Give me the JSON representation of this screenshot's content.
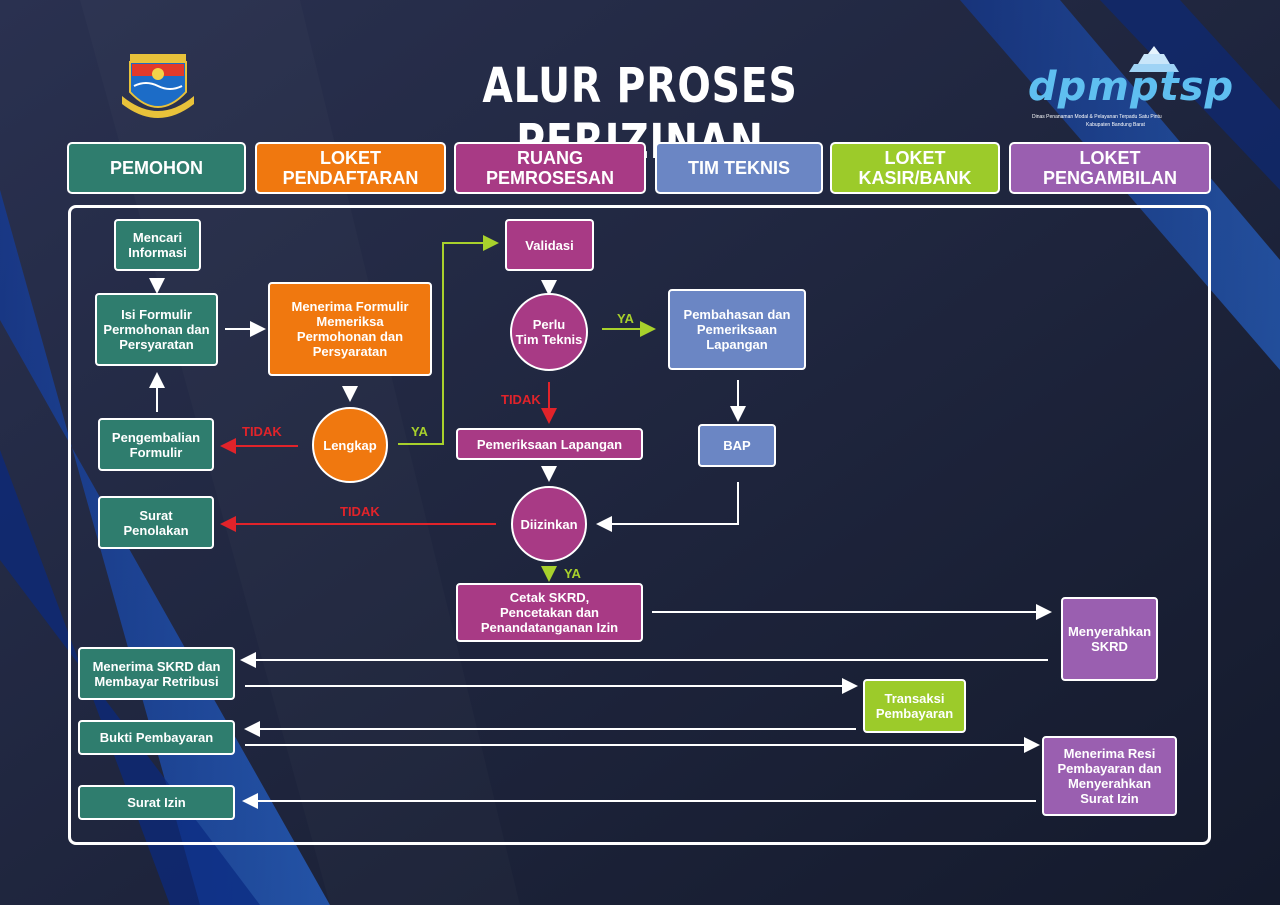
{
  "title": "ALUR PROSES PERIZINAN",
  "logo_right": {
    "brand": "dpmptsp",
    "line1": "Dinas Penanaman Modal & Pelayanan Terpadu Satu Pintu",
    "line2": "Kabupaten Bandung Barat"
  },
  "colors": {
    "teal": "#2f7d6e",
    "orange": "#f0780f",
    "magenta": "#a83a85",
    "blue": "#6b86c4",
    "green": "#9ccb2a",
    "lilac": "#9a5fb0",
    "red_arrow": "#e1232a",
    "green_arrow": "#a8d12c"
  },
  "lanes": [
    {
      "label": "PEMOHON"
    },
    {
      "label": "LOKET\nPENDAFTARAN"
    },
    {
      "label": "RUANG\nPEMROSESAN"
    },
    {
      "label": "TIM TEKNIS"
    },
    {
      "label": "LOKET\nKASIR/BANK"
    },
    {
      "label": "LOKET\nPENGAMBILAN"
    }
  ],
  "nodes": {
    "mencari": "Mencari\nInformasi",
    "isi": "Isi Formulir\nPermohonan dan\nPersyaratan",
    "pengembalian": "Pengembalian\nFormulir",
    "penolakan": "Surat\nPenolakan",
    "menerima_formulir": "Menerima Formulir\nMemeriksa\nPermohonan dan\nPersyaratan",
    "lengkap": "Lengkap",
    "validasi": "Validasi",
    "perlu": "Perlu\nTim Teknis",
    "pemeriksaan": "Pemeriksaan Lapangan",
    "diizinkan": "Diizinkan",
    "cetak": "Cetak SKRD,\nPencetakan dan\nPenandatanganan Izin",
    "pembahasan": "Pembahasan dan\nPemeriksaan\nLapangan",
    "bap": "BAP",
    "menyerahkan_skrd": "Menyerahkan\nSKRD",
    "menerima_skrd": "Menerima SKRD dan\nMembayar Retribusi",
    "transaksi": "Transaksi\nPembayaran",
    "bukti": "Bukti Pembayaran",
    "resi": "Menerima Resi\nPembayaran dan\nMenyerahkan\nSurat Izin",
    "surat_izin": "Surat Izin"
  },
  "labels": {
    "tidak_lengkap": "TIDAK",
    "ya_lengkap": "YA",
    "ya_perlu": "YA",
    "tidak_perlu": "TIDAK",
    "tidak_diizinkan": "TIDAK",
    "ya_diizinkan": "YA"
  }
}
